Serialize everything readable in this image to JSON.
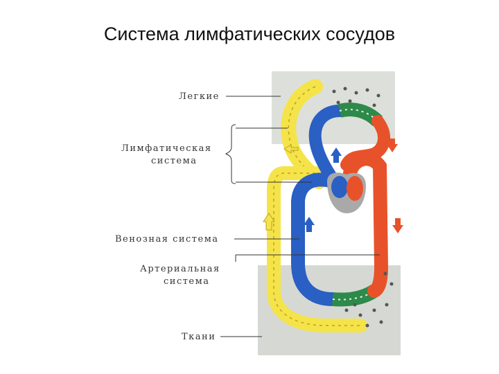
{
  "slide": {
    "title": "Система лимфатических сосудов"
  },
  "diagram": {
    "labels": {
      "lungs": "Легкие",
      "lymphatic_line1": "Лимфатическая",
      "lymphatic_line2": "система",
      "venous": "Венозная система",
      "arterial_line1": "Артериальная",
      "arterial_line2": "система",
      "tissues": "Ткани"
    }
  },
  "colors": {
    "lymph": "#f5e34a",
    "venous": "#2a5fc4",
    "arterial": "#e8522a",
    "capillary": "#2e8a4a",
    "heart_septum": "#a9a9a9",
    "tissue_bg": "#d9dcd6"
  }
}
